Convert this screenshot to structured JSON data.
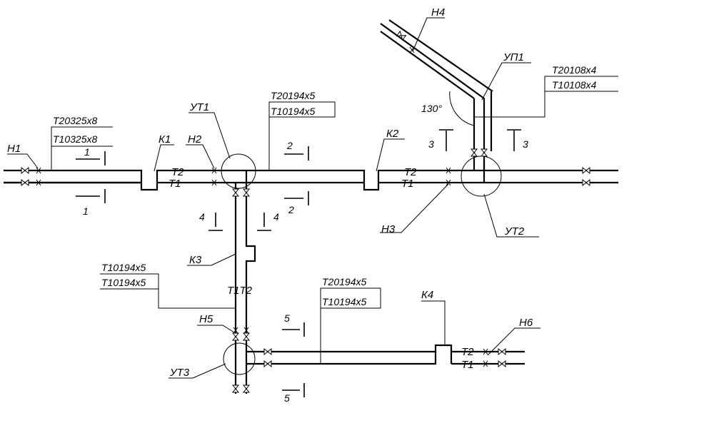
{
  "nodes": {
    "ut1": "УТ1",
    "ut2": "УТ2",
    "ut3": "УТ3",
    "up1": "УП1"
  },
  "compensators": {
    "k1": "К1",
    "k2": "К2",
    "k3": "К3",
    "k4": "К4"
  },
  "supports": {
    "n1": "Н1",
    "n2": "Н2",
    "n3": "Н3",
    "n4": "Н4",
    "n5": "Н5",
    "n6": "Н6"
  },
  "pipe_specs": {
    "seg1_t2": "Т20325х8",
    "seg1_t1": "Т10325х8",
    "seg2_t2": "Т20194х5",
    "seg2_t1": "Т10194х5",
    "seg3_t2": "Т20108х4",
    "seg3_t1": "Т10108х4",
    "seg4_a": "Т10194х5",
    "seg4_b": "Т10194х5",
    "seg5_t2": "Т20194х5",
    "seg5_t1": "Т10194х5"
  },
  "pipe_labels": {
    "t1": "Т1",
    "t2": "Т2",
    "t1t2": "Т1Т2"
  },
  "sections": {
    "s1": "1",
    "s2": "2",
    "s3": "3",
    "s4": "4",
    "s5": "5"
  },
  "angle": "130°"
}
